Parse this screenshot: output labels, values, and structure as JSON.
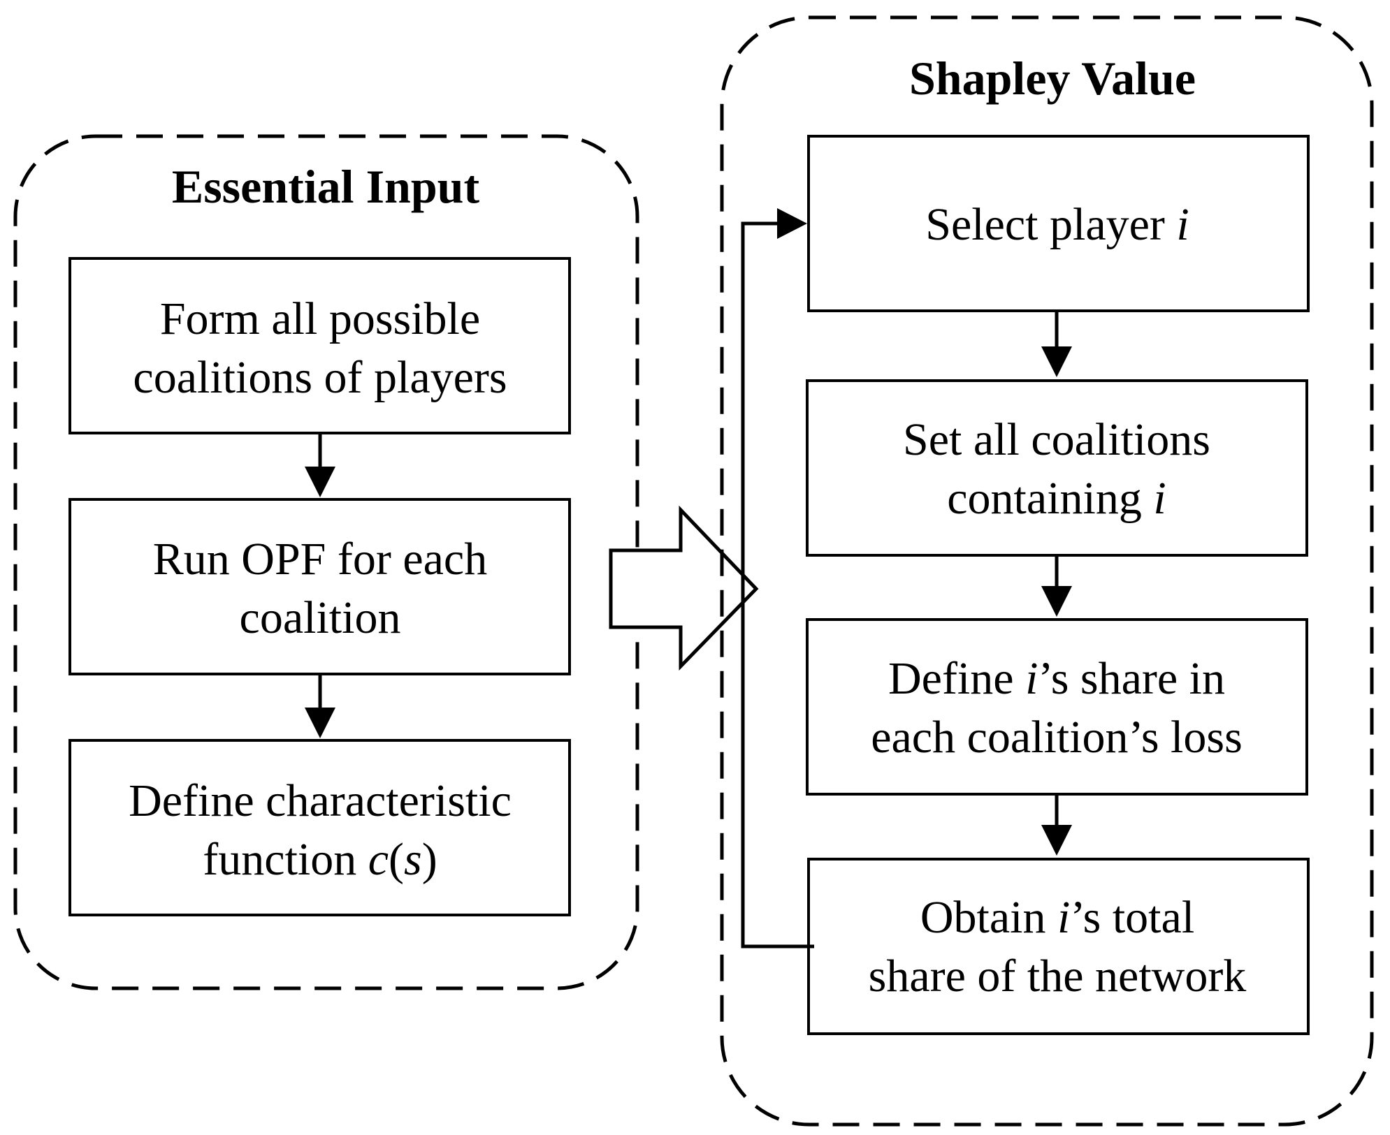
{
  "essential_input": {
    "title": "Essential Input",
    "steps": [
      {
        "lines": [
          [
            "Form all possible"
          ],
          [
            "coalitions of players"
          ]
        ]
      },
      {
        "lines": [
          [
            "Run OPF for each"
          ],
          [
            "coalition"
          ]
        ]
      },
      {
        "lines": [
          [
            "Define characteristic"
          ],
          [
            "function ",
            {
              "i": "c"
            },
            "(",
            {
              "i": "s"
            },
            ")"
          ]
        ]
      }
    ]
  },
  "shapley_value": {
    "title": "Shapley Value",
    "steps": [
      {
        "lines": [
          [
            "Select player ",
            {
              "i": "i"
            }
          ]
        ]
      },
      {
        "lines": [
          [
            "Set all coalitions"
          ],
          [
            "containing ",
            {
              "i": "i"
            }
          ]
        ]
      },
      {
        "lines": [
          [
            "Define ",
            {
              "i": "i"
            },
            "’s share in"
          ],
          [
            "each coalition’s loss"
          ]
        ]
      },
      {
        "lines": [
          [
            "Obtain ",
            {
              "i": "i"
            },
            "’s total"
          ],
          [
            "share of the network"
          ]
        ]
      }
    ]
  }
}
